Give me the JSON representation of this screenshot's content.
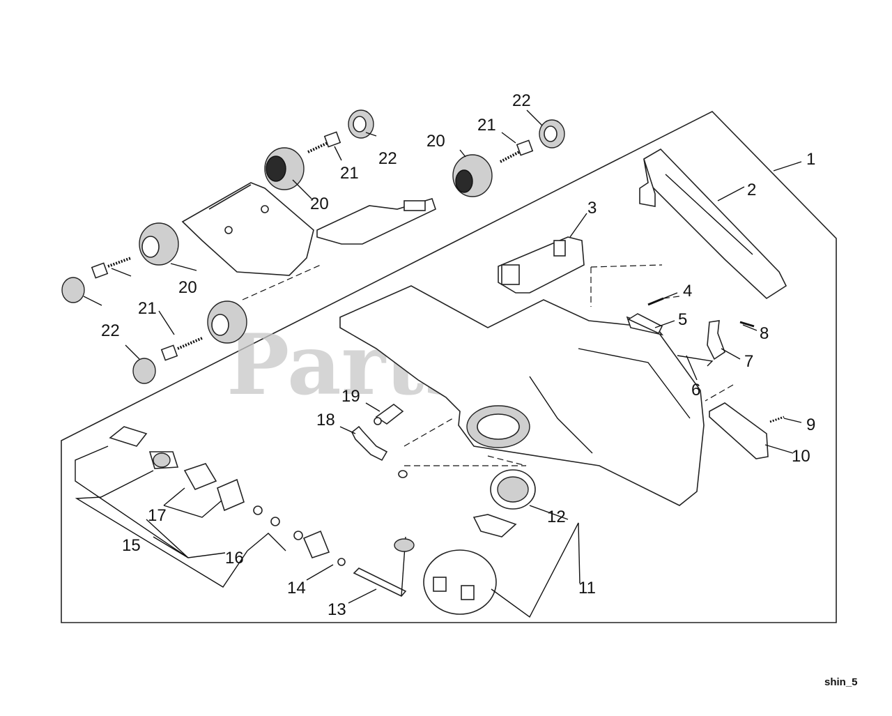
{
  "diagram": {
    "watermark": "PartsTree",
    "reference_code": "shin_5",
    "callouts": [
      {
        "id": "c1",
        "label": "1"
      },
      {
        "id": "c2",
        "label": "2"
      },
      {
        "id": "c3",
        "label": "3"
      },
      {
        "id": "c4",
        "label": "4"
      },
      {
        "id": "c5",
        "label": "5"
      },
      {
        "id": "c6",
        "label": "6"
      },
      {
        "id": "c7",
        "label": "7"
      },
      {
        "id": "c8",
        "label": "8"
      },
      {
        "id": "c9",
        "label": "9"
      },
      {
        "id": "c10",
        "label": "10"
      },
      {
        "id": "c11",
        "label": "11"
      },
      {
        "id": "c12",
        "label": "12"
      },
      {
        "id": "c13",
        "label": "13"
      },
      {
        "id": "c14",
        "label": "14"
      },
      {
        "id": "c15",
        "label": "15"
      },
      {
        "id": "c16",
        "label": "16"
      },
      {
        "id": "c17",
        "label": "17"
      },
      {
        "id": "c18",
        "label": "18"
      },
      {
        "id": "c19",
        "label": "19"
      },
      {
        "id": "c20a",
        "label": "20"
      },
      {
        "id": "c20b",
        "label": "20"
      },
      {
        "id": "c20c",
        "label": "20"
      },
      {
        "id": "c21a",
        "label": "21"
      },
      {
        "id": "c21b",
        "label": "21"
      },
      {
        "id": "c21c",
        "label": "21"
      },
      {
        "id": "c22a",
        "label": "22"
      },
      {
        "id": "c22b",
        "label": "22"
      },
      {
        "id": "c22c",
        "label": "22"
      }
    ]
  }
}
